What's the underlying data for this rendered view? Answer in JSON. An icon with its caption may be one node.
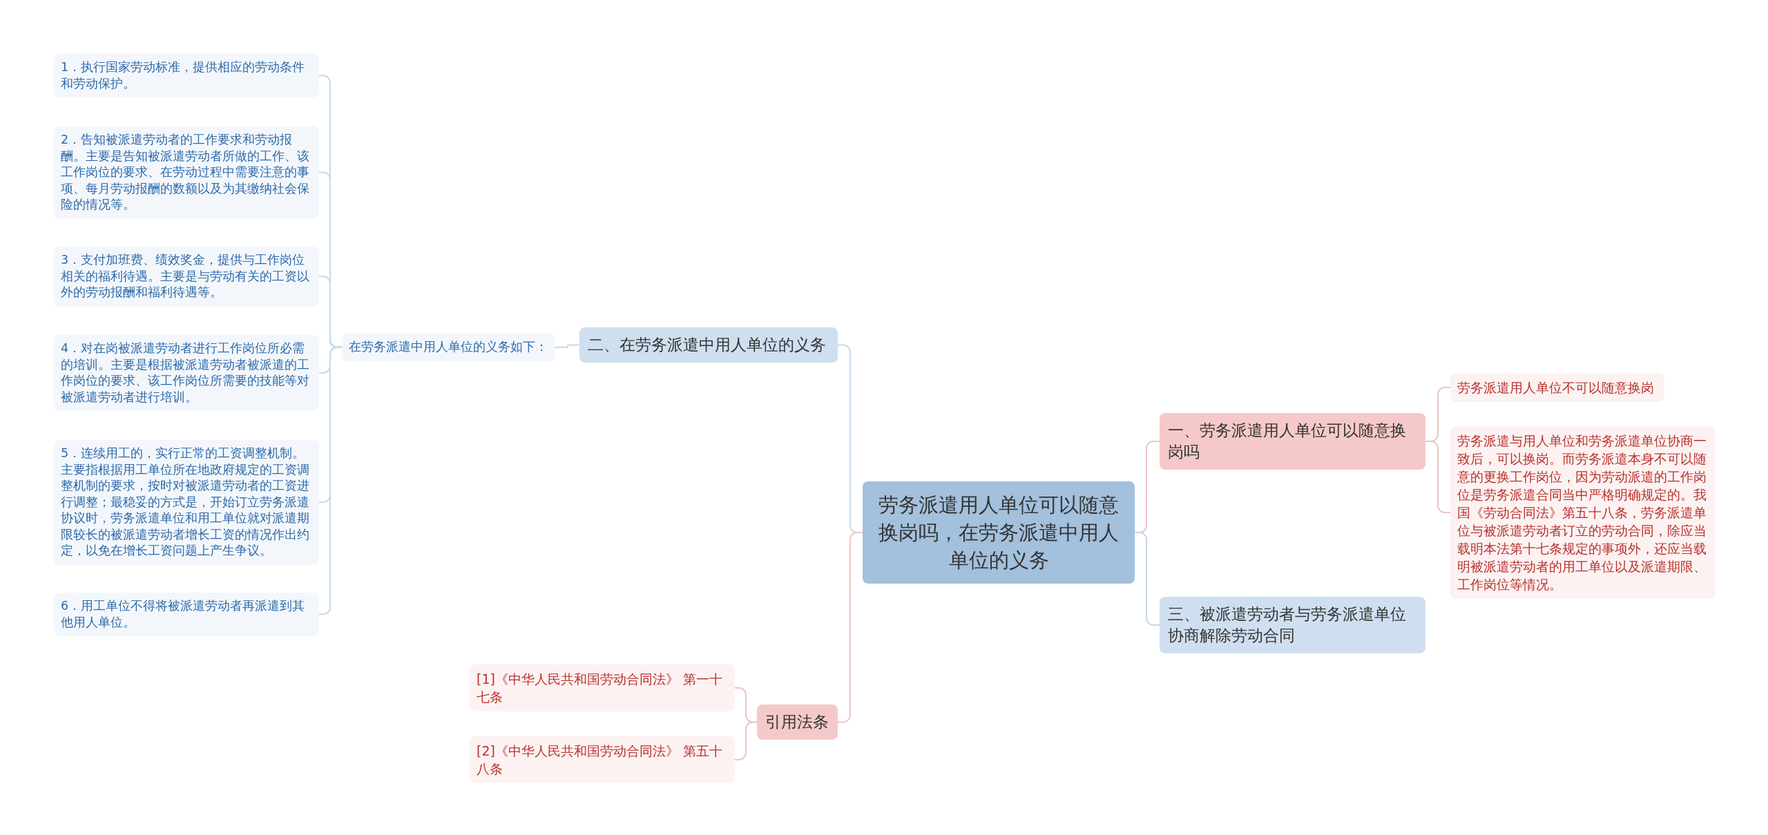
{
  "diagram": {
    "nodes": [
      {
        "text": [
          "劳务派遣用人单位可以随意换岗吗，在劳务派遣中用人单位的义务"
        ]
      },
      {
        "text": [
          "一、劳务派遣用人单位可以随意换岗吗"
        ]
      },
      {
        "text": [
          "劳务派遣用人单位不可以随意换岗"
        ]
      },
      {
        "text": [
          "劳务派遣与用人单位和劳务派遣单位协商一致后，可以换岗。而劳务派遣本身不可以随意的更换工作岗位，因为劳动派遣的工作岗位是劳务派遣合同当中严格明确规定的。我国《劳动合同法》第五十八条，劳务派遣单位与被派遣劳动者订立的劳动合同，除应当载明本法第十七条规定的事项外，还应当载明被派遣劳动者的用工单位以及派遣期限、工作岗位等情况。"
        ]
      },
      {
        "text": [
          "三、被派遣劳动者与劳务派遣单位协商解除劳动合同"
        ]
      },
      {
        "text": [
          "二、在劳务派遣中用人单位的义务"
        ]
      },
      {
        "text": [
          "在劳务派遣中用人单位的义务如下："
        ]
      },
      {
        "text": [
          "1．执行国家劳动标准，提供相应的劳动条件和劳动保护。"
        ]
      },
      {
        "text": [
          "2．告知被派遣劳动者的工作要求和劳动报酬。主要是告知被派遣劳动者所做的工作、该工作岗位的要求、在劳动过程中需要注意的事项、每月劳动报酬的数额以及为其缴纳社会保险的情况等。"
        ]
      },
      {
        "text": [
          "3．支付加班费、绩效奖金，提供与工作岗位相关的福利待遇。主要是与劳动有关的工资以外的劳动报酬和福利待遇等。"
        ]
      },
      {
        "text": [
          "4．对在岗被派遣劳动者进行工作岗位所必需的培训。主要是根据被派遣劳动者被派遣的工作岗位的要求、该工作岗位所需要的技能等对被派遣劳动者进行培训。"
        ]
      },
      {
        "text": [
          "5．连续用工的，实行正常的工资调整机制。主要指根据用工单位所在地政府规定的工资调整机制的要求，按时对被派遣劳动者的工资进行调整；最稳妥的方式是，开始订立劳务派遣协议时，劳务派遣单位和用工单位就对派遣期限较长的被派遣劳动者增长工资的情况作出约定，以免在增长工资问题上产生争议。"
        ]
      },
      {
        "text": [
          "6．用工单位不得将被派遣劳动者再派遣到其他用人单位。"
        ]
      },
      {
        "text": [
          "引用法条"
        ]
      },
      {
        "text": [
          "[1]《中华人民共和国劳动合同法》 第一十七条"
        ]
      },
      {
        "text": [
          "[2]《中华人民共和国劳动合同法》 第五十八条"
        ]
      }
    ],
    "edges": [
      {
        "from": 0,
        "to": 1,
        "arrow": "none",
        "color": "#efc4c4"
      },
      {
        "from": 0,
        "to": 4,
        "arrow": "none"
      },
      {
        "from": 0,
        "to": 5,
        "arrow": "none"
      },
      {
        "from": 0,
        "to": 13,
        "arrow": "none",
        "color": "#efc4c4"
      },
      {
        "from": 1,
        "to": 2,
        "arrow": "none",
        "color": "#efc4c4"
      },
      {
        "from": 1,
        "to": 3,
        "arrow": "none",
        "color": "#efc4c4"
      },
      {
        "from": 5,
        "to": 6,
        "arrow": "none"
      },
      {
        "from": 6,
        "to": 7,
        "arrow": "none"
      },
      {
        "from": 6,
        "to": 8,
        "arrow": "none"
      },
      {
        "from": 6,
        "to": 9,
        "arrow": "none"
      },
      {
        "from": 6,
        "to": 10,
        "arrow": "none"
      },
      {
        "from": 6,
        "to": 11,
        "arrow": "none"
      },
      {
        "from": 6,
        "to": 12,
        "arrow": "none"
      },
      {
        "from": 13,
        "to": 14,
        "arrow": "none",
        "color": "#efc4c4"
      },
      {
        "from": 13,
        "to": 15,
        "arrow": "none",
        "color": "#efc4c4"
      }
    ]
  }
}
